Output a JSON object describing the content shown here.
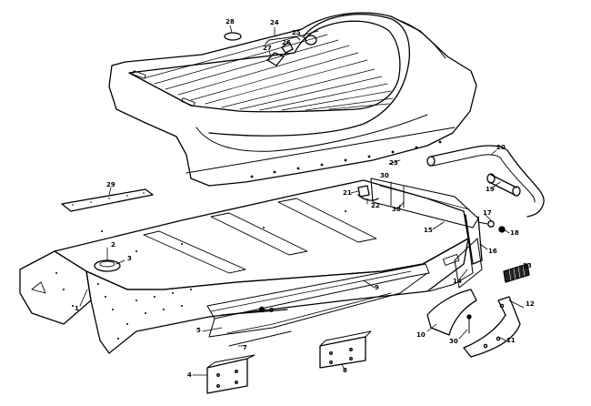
{
  "diagram": {
    "type": "exploded-parts-view",
    "ink_color": "#000000",
    "paper_color": "#ffffff",
    "callouts": [
      "1",
      "2",
      "3",
      "4",
      "5",
      "6",
      "7",
      "8",
      "9",
      "10",
      "11",
      "12",
      "13",
      "14",
      "15",
      "16",
      "17",
      "18",
      "19",
      "20",
      "21",
      "22",
      "23",
      "24",
      "25",
      "26",
      "27",
      "28",
      "29",
      "30",
      "30",
      "30"
    ]
  }
}
